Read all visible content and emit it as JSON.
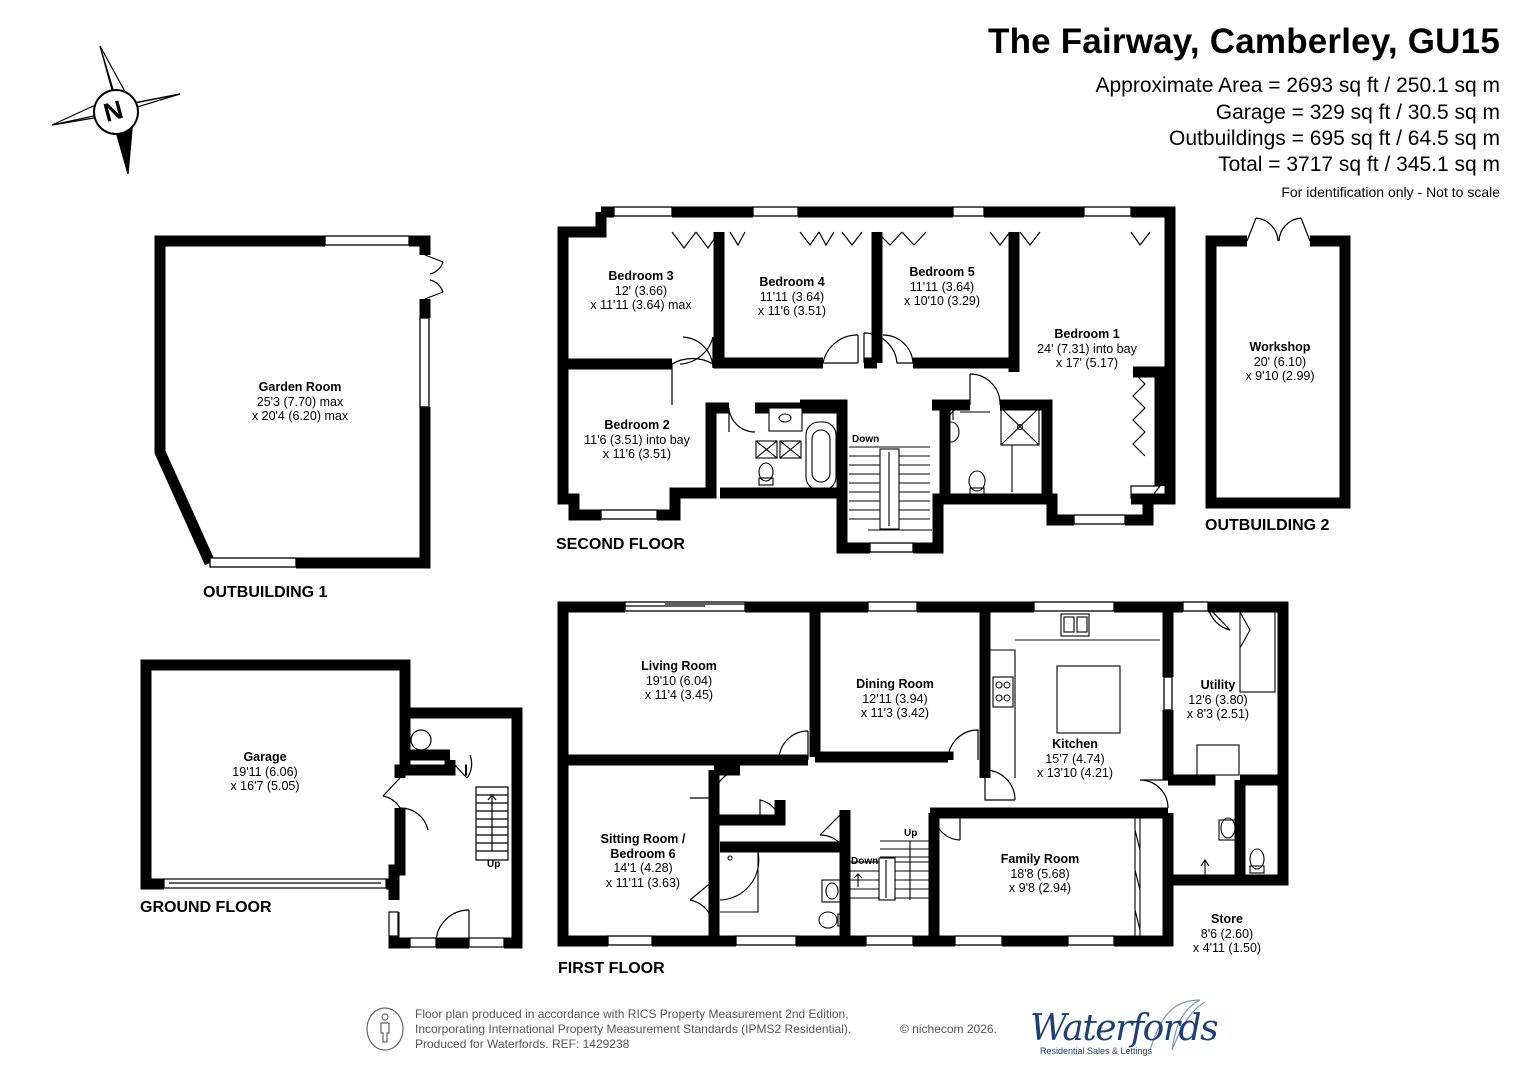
{
  "header": {
    "title": "The Fairway, Camberley, GU15",
    "areas": [
      "Approximate Area = 2693 sq ft / 250.1 sq m",
      "Garage = 329 sq ft / 30.5 sq m",
      "Outbuildings = 695 sq ft / 64.5 sq m",
      "Total = 3717 sq ft / 345.1 sq m"
    ],
    "identification": "For identification only - Not to scale"
  },
  "compass": {
    "letter": "N"
  },
  "floors": {
    "second": "SECOND FLOOR",
    "first": "FIRST FLOOR",
    "ground": "GROUND FLOOR",
    "outbuilding1": "OUTBUILDING 1",
    "outbuilding2": "OUTBUILDING 2"
  },
  "rooms": {
    "garden_room": {
      "name": "Garden Room",
      "dims": [
        "25'3 (7.70) max",
        "x 20'4 (6.20) max"
      ]
    },
    "bedroom3": {
      "name": "Bedroom 3",
      "dims": [
        "12' (3.66)",
        "x 11'11 (3.64) max"
      ]
    },
    "bedroom4": {
      "name": "Bedroom 4",
      "dims": [
        "11'11 (3.64)",
        "x 11'6 (3.51)"
      ]
    },
    "bedroom5": {
      "name": "Bedroom 5",
      "dims": [
        "11'11 (3.64)",
        "x 10'10 (3.29)"
      ]
    },
    "bedroom1": {
      "name": "Bedroom 1",
      "dims": [
        "24' (7.31) into bay",
        "x 17' (5.17)"
      ]
    },
    "bedroom2": {
      "name": "Bedroom 2",
      "dims": [
        "11'6 (3.51) into bay",
        "x 11'6 (3.51)"
      ]
    },
    "workshop": {
      "name": "Workshop",
      "dims": [
        "20' (6.10)",
        "x 9'10 (2.99)"
      ]
    },
    "living_room": {
      "name": "Living Room",
      "dims": [
        "19'10 (6.04)",
        "x 11'4 (3.45)"
      ]
    },
    "dining_room": {
      "name": "Dining Room",
      "dims": [
        "12'11 (3.94)",
        "x 11'3 (3.42)"
      ]
    },
    "kitchen": {
      "name": "Kitchen",
      "dims": [
        "15'7 (4.74)",
        "x 13'10 (4.21)"
      ]
    },
    "utility": {
      "name": "Utility",
      "dims": [
        "12'6 (3.80)",
        "x 8'3 (2.51)"
      ]
    },
    "sitting_room": {
      "name": "Sitting Room /",
      "name2": "Bedroom 6",
      "dims": [
        "14'1 (4.28)",
        "x 11'11 (3.63)"
      ]
    },
    "family_room": {
      "name": "Family Room",
      "dims": [
        "18'8 (5.68)",
        "x 9'8 (2.94)"
      ]
    },
    "store": {
      "name": "Store",
      "dims": [
        "8'6 (2.60)",
        "x 4'11 (1.50)"
      ]
    },
    "garage": {
      "name": "Garage",
      "dims": [
        "19'11 (6.06)",
        "x 16'7 (5.05)"
      ]
    }
  },
  "stairs": {
    "down": "Down",
    "up": "Up"
  },
  "footer": {
    "lines": [
      "Floor plan produced in accordance with RICS Property Measurement 2nd Edition,",
      "Incorporating International Property Measurement Standards (IPMS2 Residential).",
      "Produced for Waterfords.   REF:  1429238"
    ],
    "copyright": "© nichecom 2026.",
    "logo": "Waterfords",
    "logo_tagline": "Residential Sales & Lettings"
  },
  "colors": {
    "wall": "#000000",
    "logo": "#1d3f7a",
    "footer_text": "#555555"
  }
}
